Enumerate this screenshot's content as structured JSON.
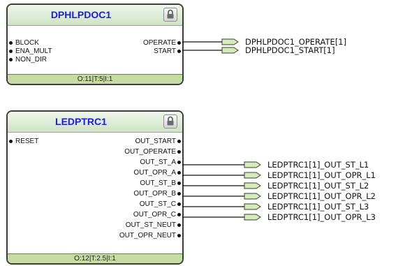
{
  "blocks": {
    "dph": {
      "title": "DPHLPDOC1",
      "inputs": [
        "BLOCK",
        "ENA_MULT",
        "NON_DIR"
      ],
      "outputs": [
        "OPERATE",
        "START"
      ],
      "footer": "O:11|T:5|I:1"
    },
    "led": {
      "title": "LEDPTRC1",
      "inputs": [
        "RESET"
      ],
      "outputs": [
        "OUT_START",
        "OUT_OPERATE",
        "OUT_ST_A",
        "OUT_OPR_A",
        "OUT_ST_B",
        "OUT_OPR_B",
        "OUT_ST_C",
        "OUT_OPR_C",
        "OUT_ST_NEUT",
        "OUT_OPR_NEUT"
      ],
      "footer": "O:12|T:2.5|I:1"
    }
  },
  "signals": {
    "dph_operate": "DPHLPDOC1_OPERATE[1]",
    "dph_start": "DPHLPDOC1_START[1]",
    "led_st_l1": "LEDPTRC1[1]_OUT_ST_L1",
    "led_opr_l1": "LEDPTRC1[1]_OUT_OPR_L1",
    "led_st_l2": "LEDPTRC1[1]_OUT_ST_L2",
    "led_opr_l2": "LEDPTRC1[1]_OUT_OPR_L2",
    "led_st_l3": "LEDPTRC1[1]_OUT_ST_L3",
    "led_opr_l3": "LEDPTRC1[1]_OUT_OPR_L3"
  },
  "colors": {
    "title_text": "#1a1ee0",
    "header_bg": "#d9ead2",
    "footer_bg": "#c6dca2",
    "wire": "#111111",
    "connector_fill": "#d4ecb8"
  },
  "icons": {
    "lock": "lock-icon",
    "connector": "output-connector-icon"
  }
}
